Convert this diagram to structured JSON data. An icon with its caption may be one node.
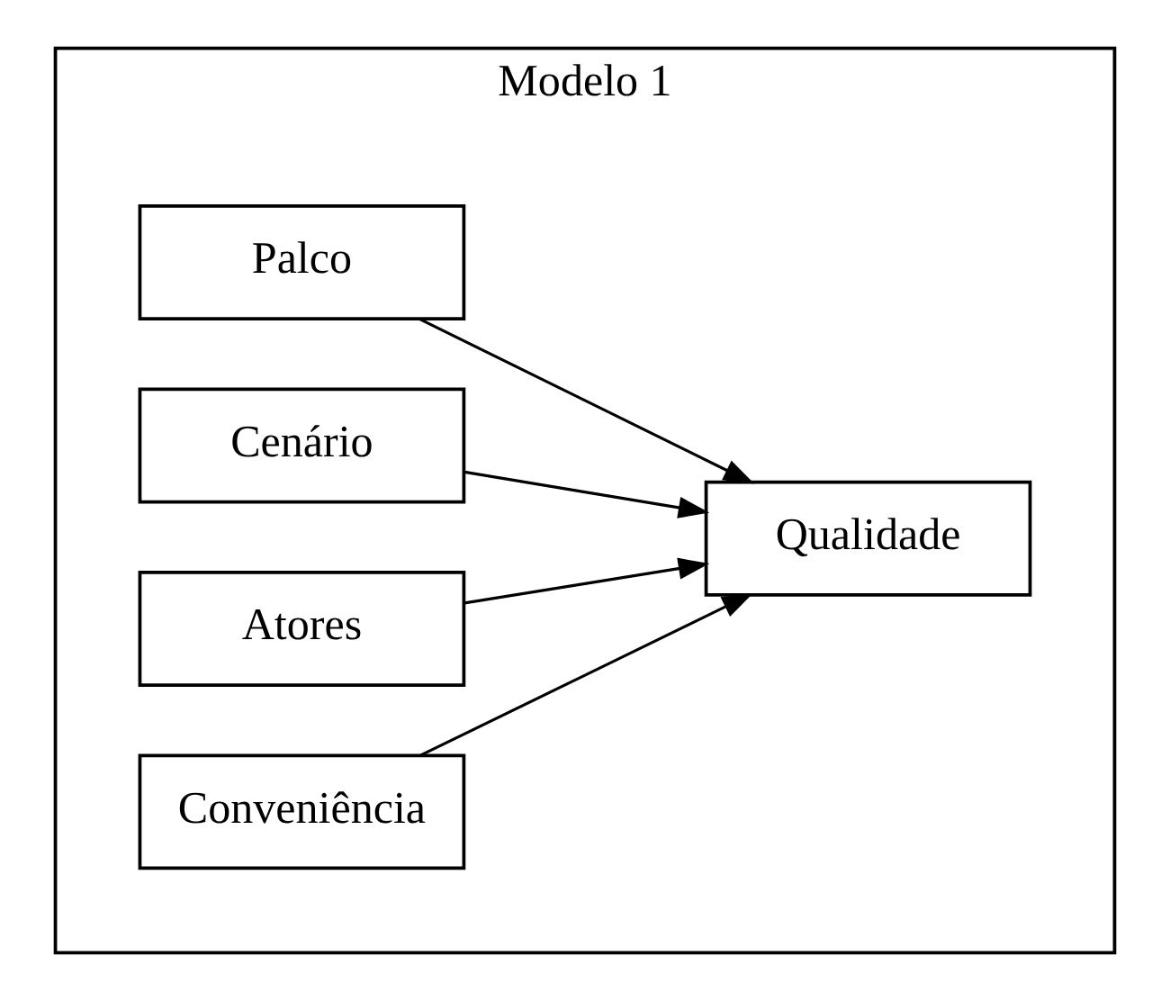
{
  "diagram": {
    "nodes": [
      {
        "text": [
          "Modelo 1"
        ]
      },
      {
        "text": [
          "Palco"
        ],
        "in": 0
      },
      {
        "text": [
          "Cenário"
        ],
        "in": 0
      },
      {
        "text": [
          "Atores"
        ],
        "in": 0
      },
      {
        "text": [
          "Conveniência"
        ],
        "in": 0
      },
      {
        "text": [
          "Qualidade"
        ],
        "in": 0
      }
    ],
    "edges": [
      {
        "from": 1,
        "to": 5,
        "arrow": "to"
      },
      {
        "from": 2,
        "to": 5,
        "arrow": "to"
      },
      {
        "from": 3,
        "to": 5,
        "arrow": "to"
      },
      {
        "from": 4,
        "to": 5,
        "arrow": "to"
      }
    ]
  }
}
